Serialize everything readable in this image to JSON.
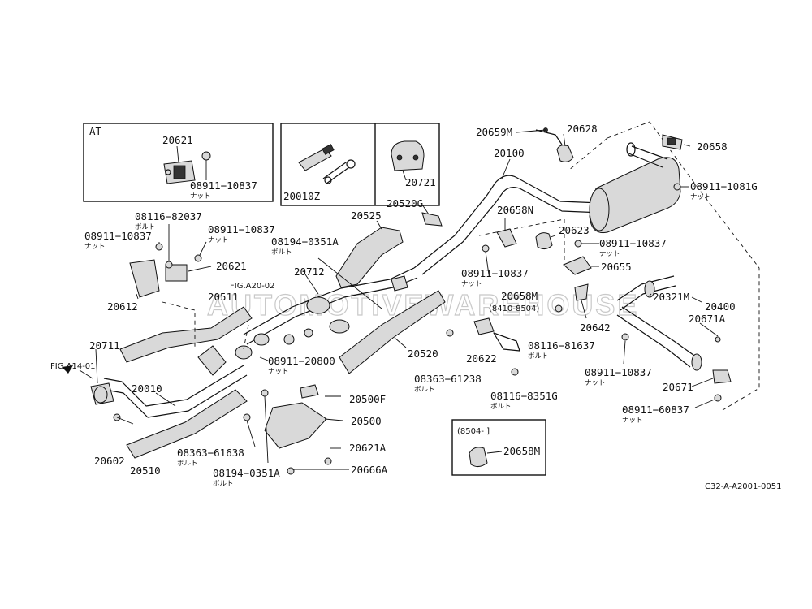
{
  "watermark": "AUTOMOTIVEWAREHOUSE",
  "ref_code": "C32-A-A2001-0051",
  "inset_at": {
    "title": "AT",
    "labels": [
      "20621",
      "08911−10837",
      "ナット"
    ]
  },
  "inset_kit": {
    "left": "20010Z",
    "right": "20721"
  },
  "inset_8504": {
    "range": "(8504-      ]",
    "part": "20658M"
  },
  "labels": {
    "l20659M": "20659M",
    "l20628": "20628",
    "l20658": "20658",
    "l20100": "20100",
    "l08911_1081G": "08911−1081G",
    "l08911_1081G_sub": "ナット",
    "l20520G": "20520G",
    "l20525": "20525",
    "l20658N": "20658N",
    "l20623": "20623",
    "l08116_82037": "08116−82037",
    "l08116_82037_sub": "ボルト",
    "l08911_10837a": "08911−10837",
    "l08911_10837a_sub": "ナット",
    "l08911_10837b": "08911−10837",
    "l08911_10837b_sub": "ナット",
    "l08194_0351A": "08194−0351A",
    "l08194_0351A_sub": "ボルト",
    "l20621": "20621",
    "l20612": "20612",
    "l20712": "20712",
    "lFIGA2002": "FIG.A20-02",
    "l20511": "20511",
    "l08911_10837c": "08911−10837",
    "l08911_10837c_sub": "ナット",
    "l08911_10837d": "08911−10837",
    "l08911_10837d_sub": "ナット",
    "l20655": "20655",
    "l20658M": "20658M",
    "l8410": "(8410-8504)",
    "l20321M": "20321M",
    "l20400": "20400",
    "l20642": "20642",
    "l20671A": "20671A",
    "l08116_81637": "08116−81637",
    "l08116_81637_sub": "ボルト",
    "l20711": "20711",
    "lFIGA1401": "FIG.A14-01",
    "l20010": "20010",
    "l08911_20800": "08911−20800",
    "l08911_20800_sub": "ナット",
    "l20520": "20520",
    "l20622": "20622",
    "l08363_61238": "08363−61238",
    "l08363_61238_sub": "ボルト",
    "l08911_10837e": "08911−10837",
    "l08911_10837e_sub": "ナット",
    "l20671": "20671",
    "l08116_8351G": "08116−8351G",
    "l08116_8351G_sub": "ボルト",
    "l08911_60837": "08911−60837",
    "l08911_60837_sub": "ナット",
    "l20500F": "20500F",
    "l20500": "20500",
    "l20602": "20602",
    "l20510": "20510",
    "l08363_61638": "08363−61638",
    "l08363_61638_sub": "ボルト",
    "l20621A": "20621A",
    "l08194_0351Ab": "08194−0351A",
    "l08194_0351Ab_sub": "ボルト",
    "l20666A": "20666A"
  }
}
